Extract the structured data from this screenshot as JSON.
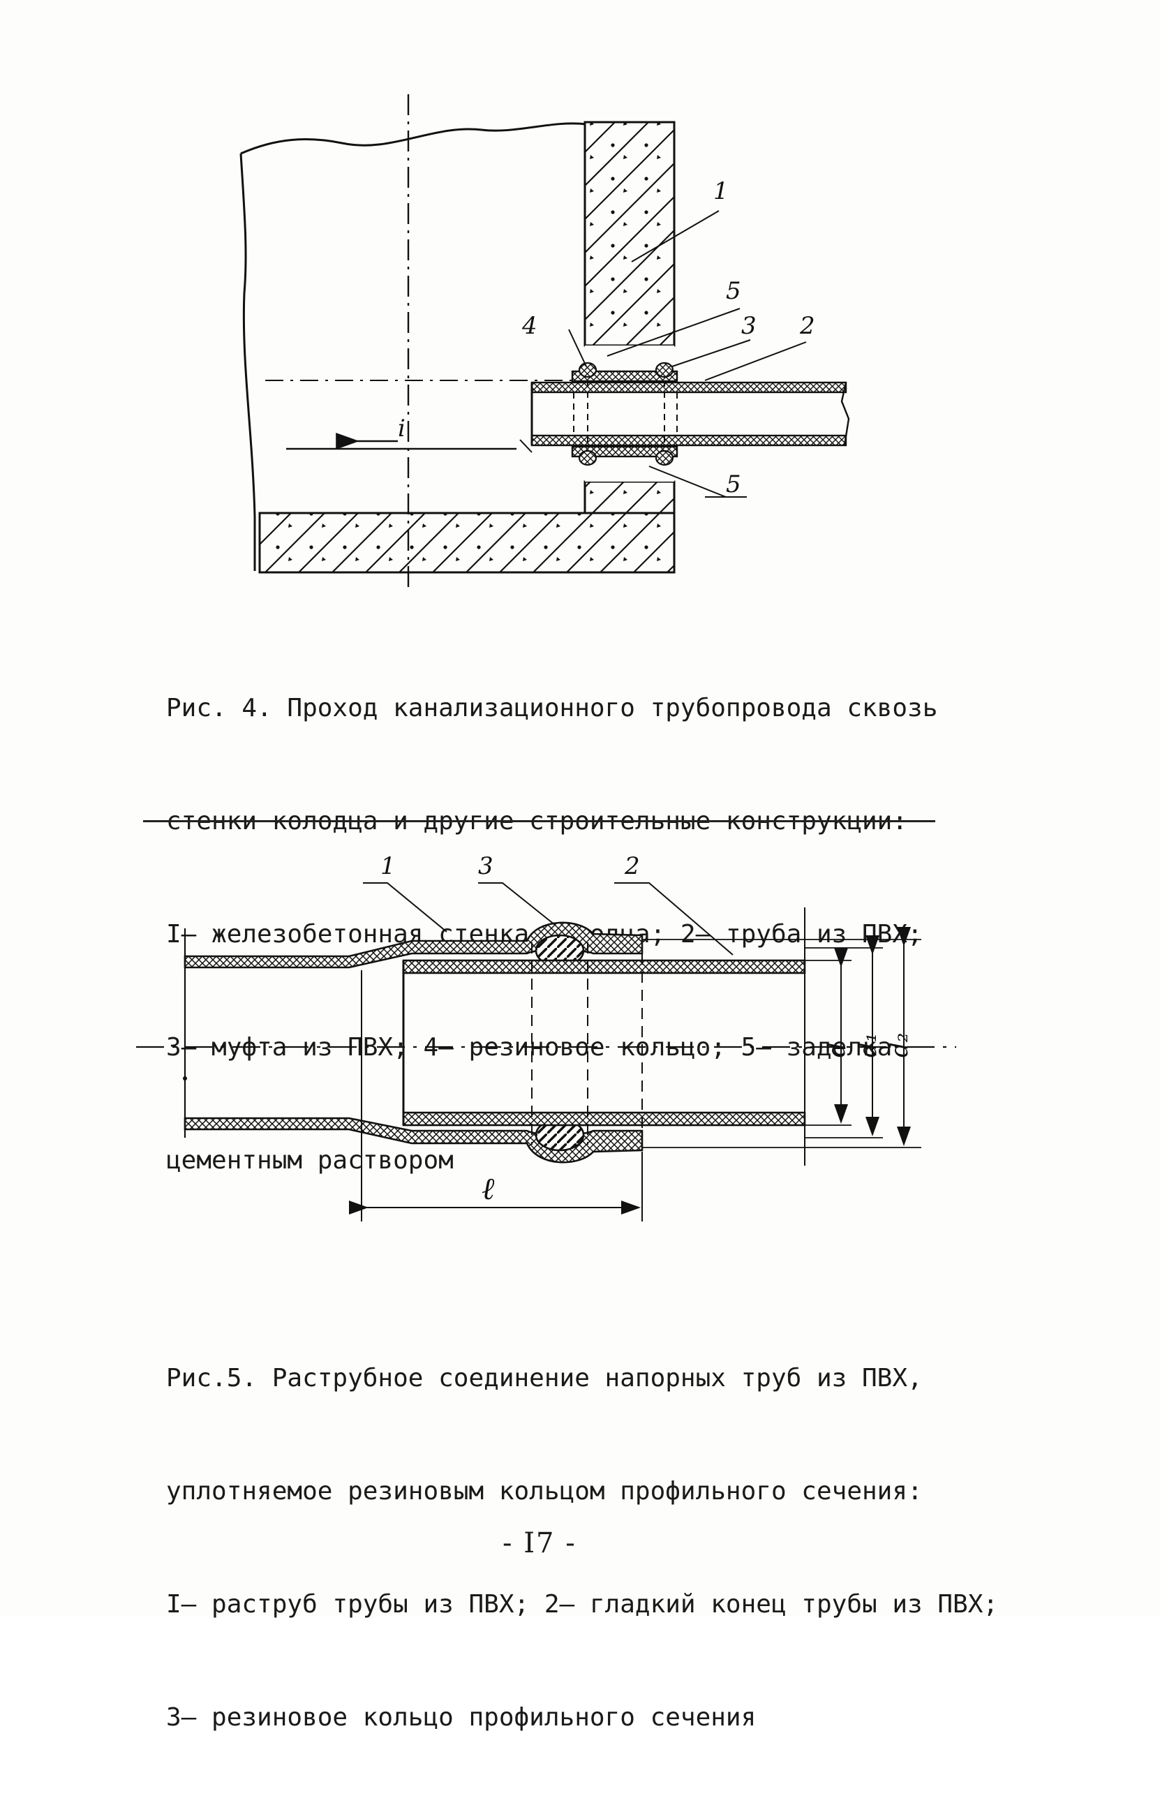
{
  "figure4": {
    "labels": {
      "wall": "1",
      "ring": "4",
      "coupling": "3",
      "pipe": "2",
      "mortar_top": "5",
      "mortar_bottom": "5",
      "slope": "i"
    },
    "caption": [
      "Рис. 4. Проход канализационного трубопровода сквозь",
      "стенки колодца и другие строительные конструкции:",
      "I– железобетонная стенка колодца; 2– труба из ПВХ;",
      "3– муфта из ПВХ; 4– резиновое кольцо; 5– заделка",
      "цементным раствором"
    ]
  },
  "figure5": {
    "labels": {
      "socket": "1",
      "ring": "3",
      "spigot": "2",
      "length": "ℓ",
      "d": "d",
      "d1": "d₁",
      "d2": "d₂"
    },
    "caption": [
      "Рис.5. Раструбное соединение напорных труб из ПВХ,",
      "уплотняемое резиновым кольцом профильного сечения:",
      "I– раструб трубы из ПВХ; 2– гладкий конец трубы из ПВХ;",
      "3– резиновое кольцо профильного сечения"
    ]
  },
  "page_number": "- I7 -"
}
